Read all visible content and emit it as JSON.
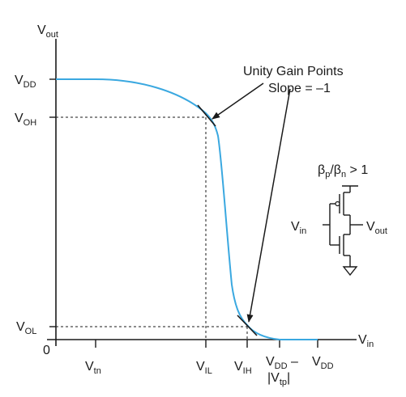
{
  "axes": {
    "y_axis_label": {
      "main": "V",
      "sub": "out"
    },
    "x_axis_label": {
      "main": "V",
      "sub": "in"
    },
    "origin_label": "0"
  },
  "y_ticks": [
    {
      "main": "V",
      "sub": "DD"
    },
    {
      "main": "V",
      "sub": "OH"
    },
    {
      "main": "V",
      "sub": "OL"
    }
  ],
  "x_ticks": {
    "vtn": {
      "main": "V",
      "sub": "tn"
    },
    "vil": {
      "main": "V",
      "sub": "IL"
    },
    "vih": {
      "main": "V",
      "sub": "IH"
    },
    "vdd_minus_vtp_top": {
      "a_main": "V",
      "a_sub": "DD",
      "dash": " – "
    },
    "vdd_minus_vtp_bottom": {
      "bar_open": "|",
      "main": "V",
      "sub": "tp",
      "bar_close": "|"
    },
    "vdd": {
      "main": "V",
      "sub": "DD"
    }
  },
  "annotation": {
    "line1": "Unity Gain Points",
    "line2": "Slope = –1"
  },
  "inset": {
    "ratio": {
      "b1": "β",
      "s1": "p",
      "slash": "/β",
      "s2": "n",
      "rest": " > 1"
    },
    "vin": {
      "main": "V",
      "sub": "in"
    },
    "vout": {
      "main": "V",
      "sub": "out"
    }
  },
  "colors": {
    "curve": "#3aa8e0",
    "ink": "#1a1a1a"
  }
}
